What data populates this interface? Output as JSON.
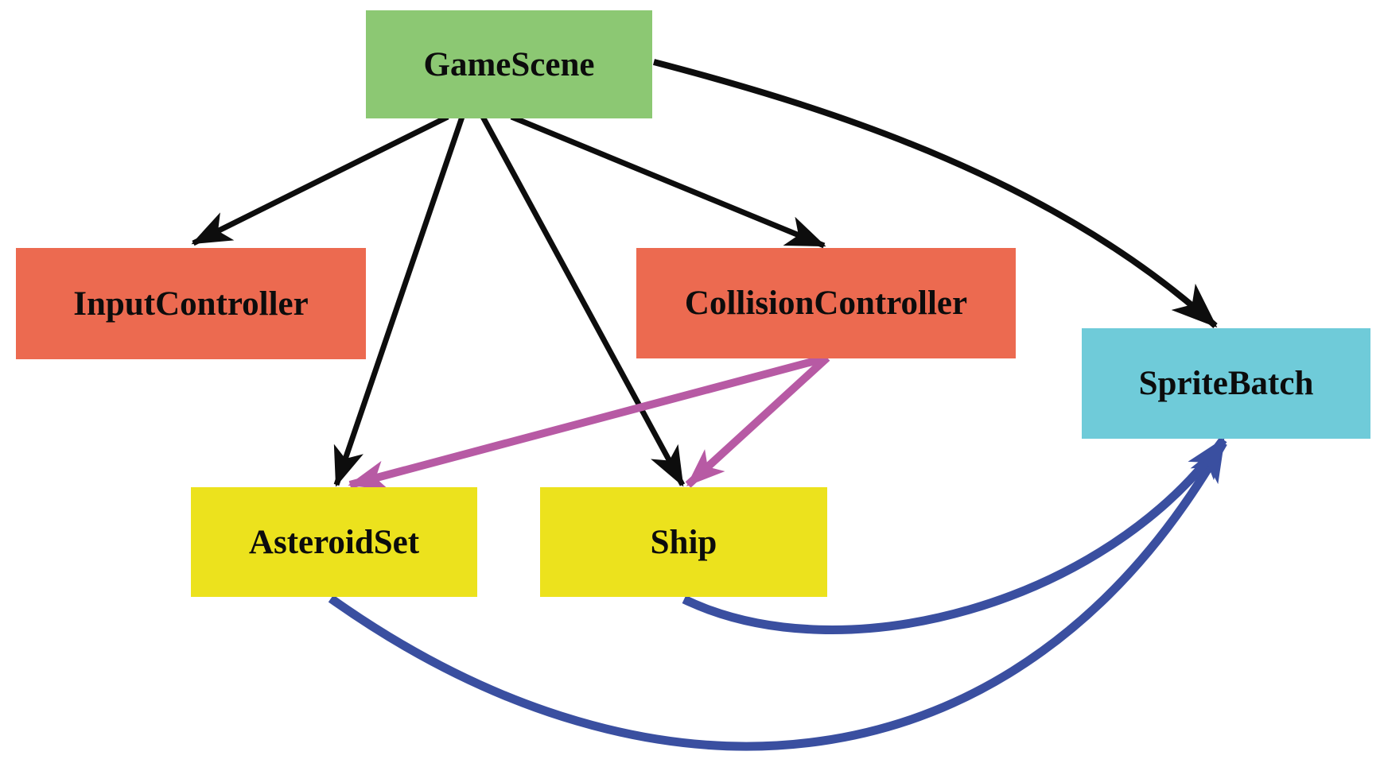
{
  "diagram": {
    "background": "#ffffff",
    "palette": {
      "black": "#0d0d0d",
      "magenta": "#b75aa4",
      "blue": "#3a4fa0"
    },
    "nodes": [
      {
        "id": "game-scene",
        "label": "GameScene",
        "fill": "#8cc873"
      },
      {
        "id": "input-controller",
        "label": "InputController",
        "fill": "#ec6a50"
      },
      {
        "id": "collision-controller",
        "label": "CollisionController",
        "fill": "#ec6a50"
      },
      {
        "id": "sprite-batch",
        "label": "SpriteBatch",
        "fill": "#6fcbd9"
      },
      {
        "id": "asteroid-set",
        "label": "AsteroidSet",
        "fill": "#ece21d"
      },
      {
        "id": "ship",
        "label": "Ship",
        "fill": "#ece21d"
      }
    ],
    "edges": [
      {
        "from": "GameScene",
        "to": "InputController",
        "color_key": "black",
        "style": "straight"
      },
      {
        "from": "GameScene",
        "to": "AsteroidSet",
        "color_key": "black",
        "style": "straight"
      },
      {
        "from": "GameScene",
        "to": "Ship",
        "color_key": "black",
        "style": "straight"
      },
      {
        "from": "GameScene",
        "to": "CollisionController",
        "color_key": "black",
        "style": "straight"
      },
      {
        "from": "GameScene",
        "to": "SpriteBatch",
        "color_key": "black",
        "style": "curved"
      },
      {
        "from": "CollisionController",
        "to": "AsteroidSet",
        "color_key": "magenta",
        "style": "straight"
      },
      {
        "from": "CollisionController",
        "to": "Ship",
        "color_key": "magenta",
        "style": "straight"
      },
      {
        "from": "AsteroidSet",
        "to": "SpriteBatch",
        "color_key": "blue",
        "style": "curved"
      },
      {
        "from": "Ship",
        "to": "SpriteBatch",
        "color_key": "blue",
        "style": "curved"
      }
    ]
  }
}
